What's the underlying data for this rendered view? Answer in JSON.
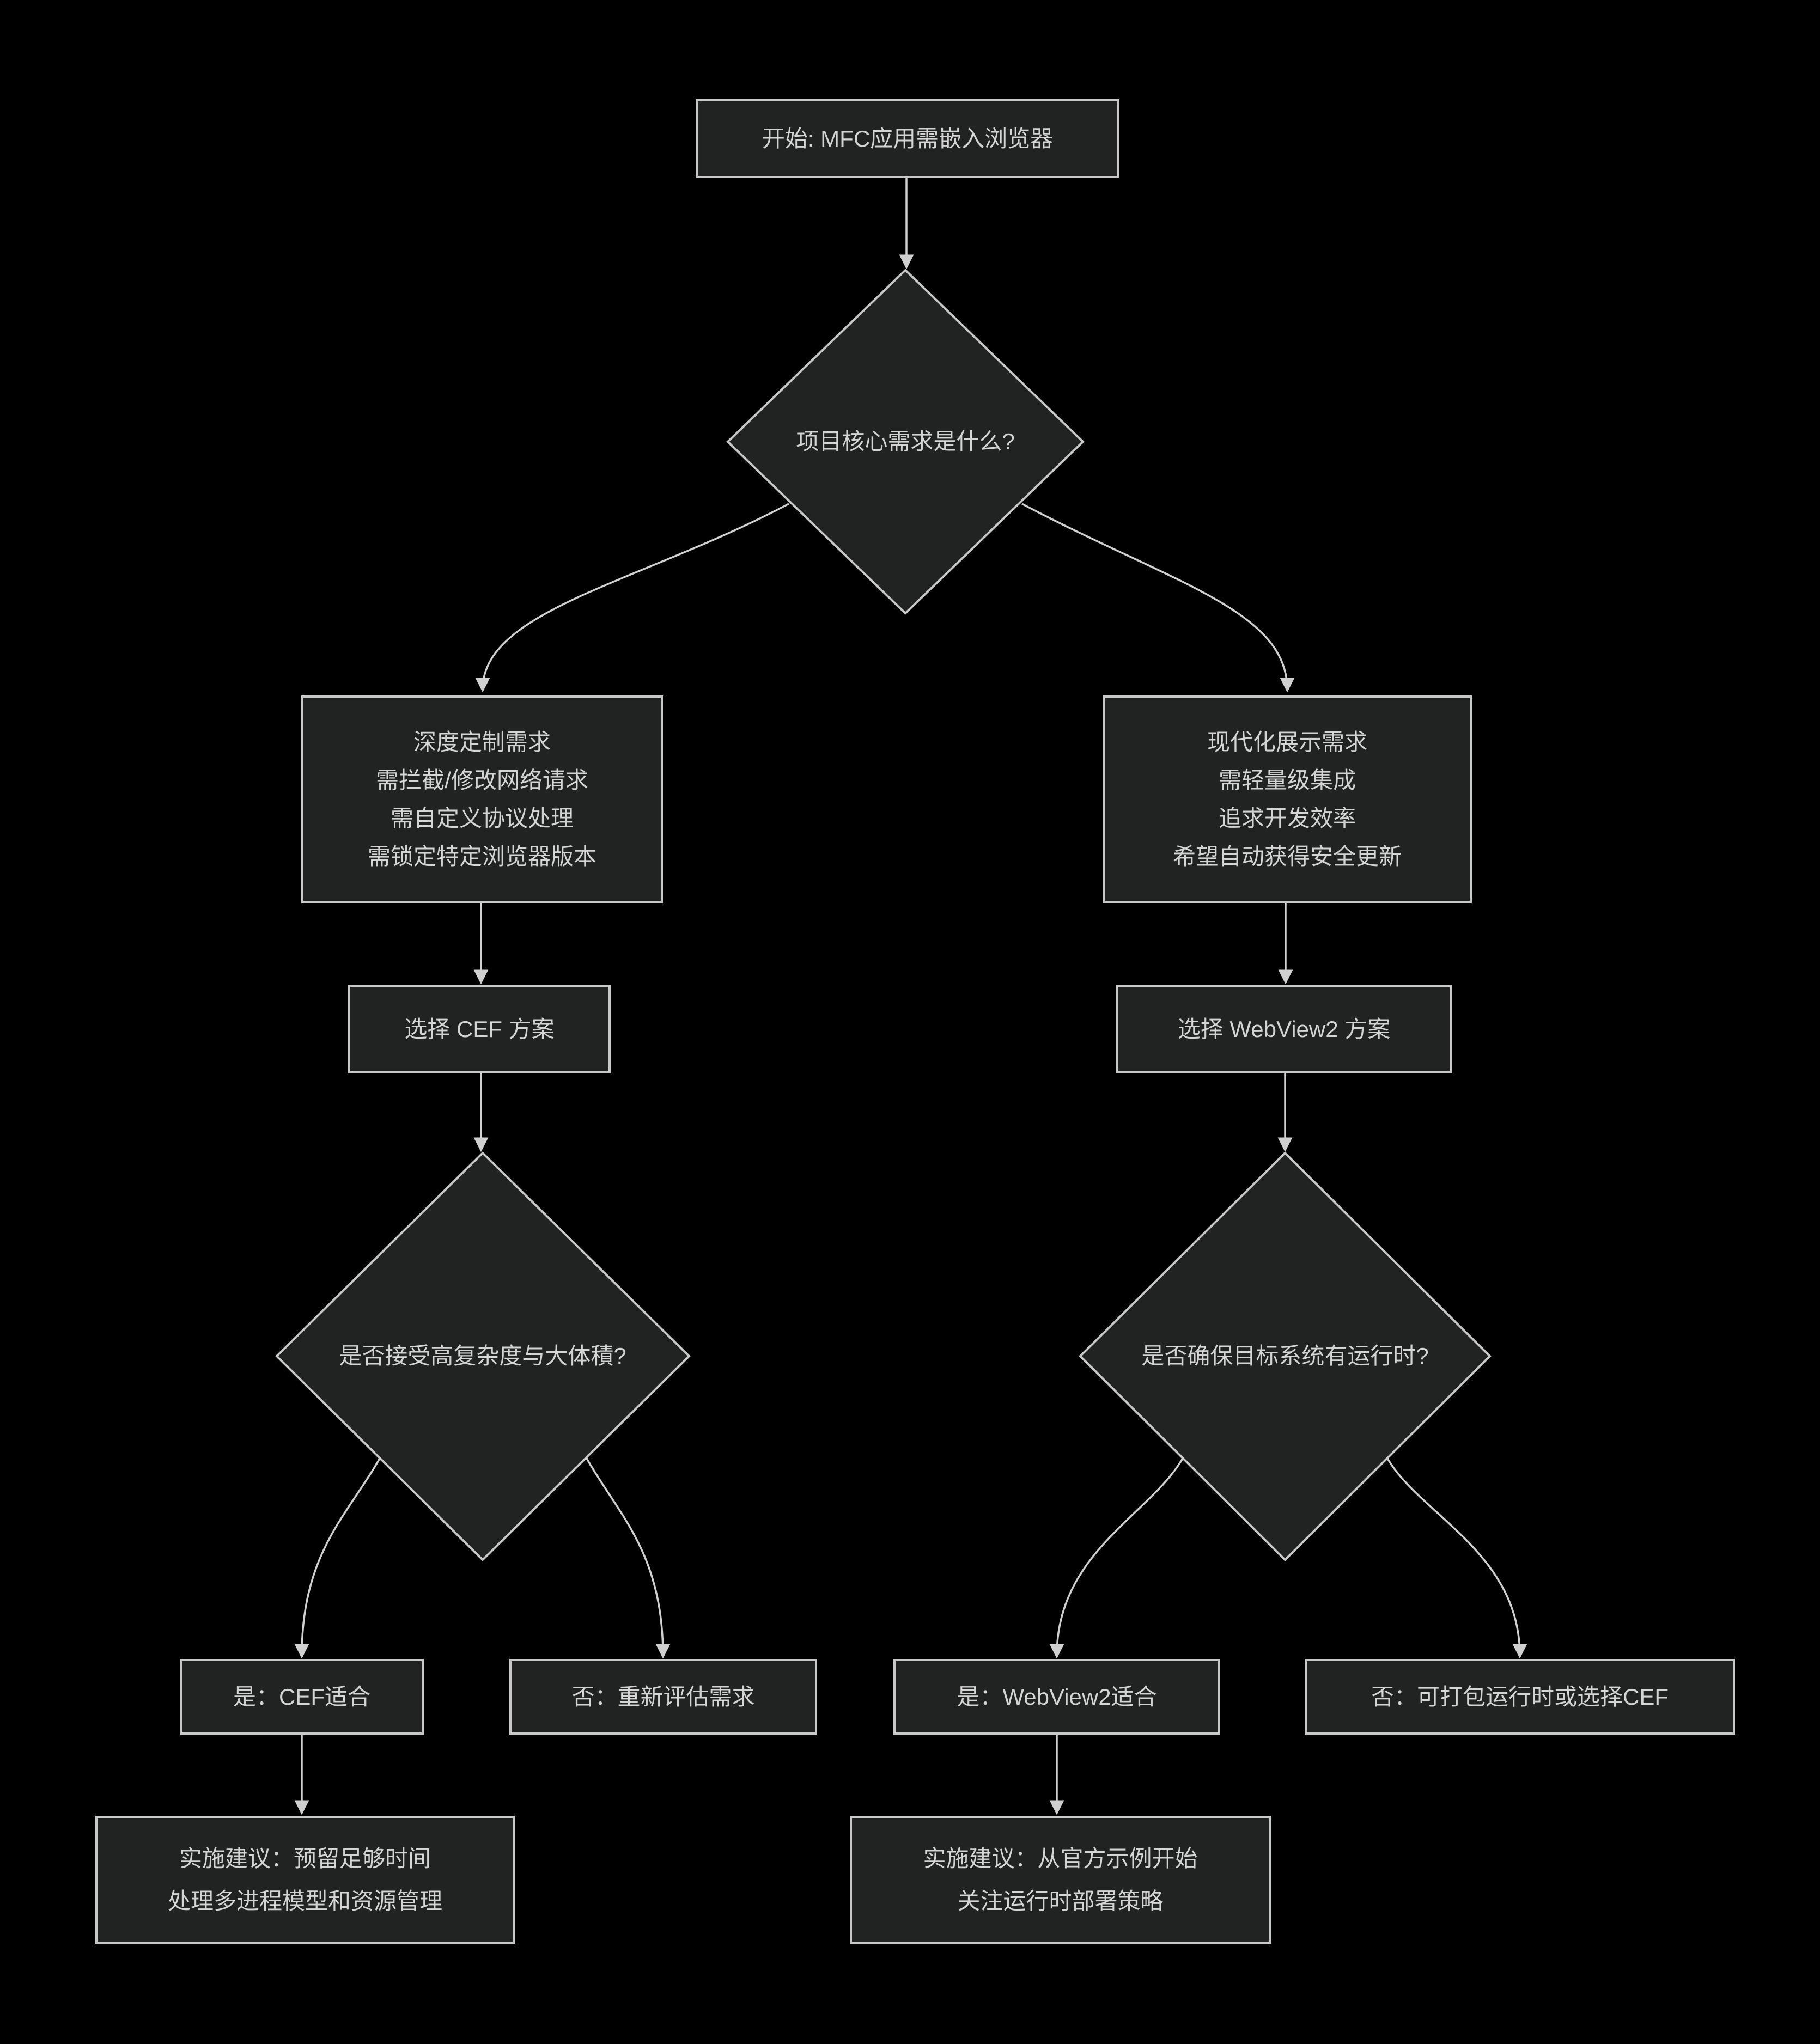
{
  "colors": {
    "background": "#000000",
    "node_fill": "#212222",
    "node_border": "#c8c8c8",
    "text": "#d4d4d4",
    "edge": "#d0d0d0"
  },
  "nodes": {
    "start": {
      "label": "开始: MFC应用需嵌入浏览器"
    },
    "decision_core": {
      "label": "项目核心需求是什么?"
    },
    "branch_deep": {
      "lines": [
        "深度定制需求",
        "需拦截/修改网络请求",
        "需自定义协议处理",
        "需锁定特定浏览器版本"
      ]
    },
    "branch_modern": {
      "lines": [
        "现代化展示需求",
        "需轻量级集成",
        "追求开发效率",
        "希望自动获得安全更新"
      ]
    },
    "choose_cef": {
      "label": "选择 CEF 方案"
    },
    "choose_webview2": {
      "label": "选择 WebView2 方案"
    },
    "decision_complexity": {
      "label": "是否接受高复杂度与大体積?"
    },
    "decision_runtime": {
      "label": "是否确保目标系统有运行时?"
    },
    "result_cef_yes": {
      "label": "是：CEF适合"
    },
    "result_cef_no": {
      "label": "否：重新评估需求"
    },
    "result_wv2_yes": {
      "label": "是：WebView2适合"
    },
    "result_wv2_no": {
      "label": "否：可打包运行时或选择CEF"
    },
    "advice_cef": {
      "lines": [
        "实施建议：预留足够时间",
        "处理多进程模型和资源管理"
      ]
    },
    "advice_wv2": {
      "lines": [
        "实施建议：从官方示例开始",
        "关注运行时部署策略"
      ]
    }
  },
  "edges": [
    {
      "from": "start",
      "to": "decision_core"
    },
    {
      "from": "decision_core",
      "to": "branch_deep"
    },
    {
      "from": "decision_core",
      "to": "branch_modern"
    },
    {
      "from": "branch_deep",
      "to": "choose_cef"
    },
    {
      "from": "branch_modern",
      "to": "choose_webview2"
    },
    {
      "from": "choose_cef",
      "to": "decision_complexity"
    },
    {
      "from": "choose_webview2",
      "to": "decision_runtime"
    },
    {
      "from": "decision_complexity",
      "to": "result_cef_yes"
    },
    {
      "from": "decision_complexity",
      "to": "result_cef_no"
    },
    {
      "from": "decision_runtime",
      "to": "result_wv2_yes"
    },
    {
      "from": "decision_runtime",
      "to": "result_wv2_no"
    },
    {
      "from": "result_cef_yes",
      "to": "advice_cef"
    },
    {
      "from": "result_wv2_yes",
      "to": "advice_wv2"
    }
  ]
}
